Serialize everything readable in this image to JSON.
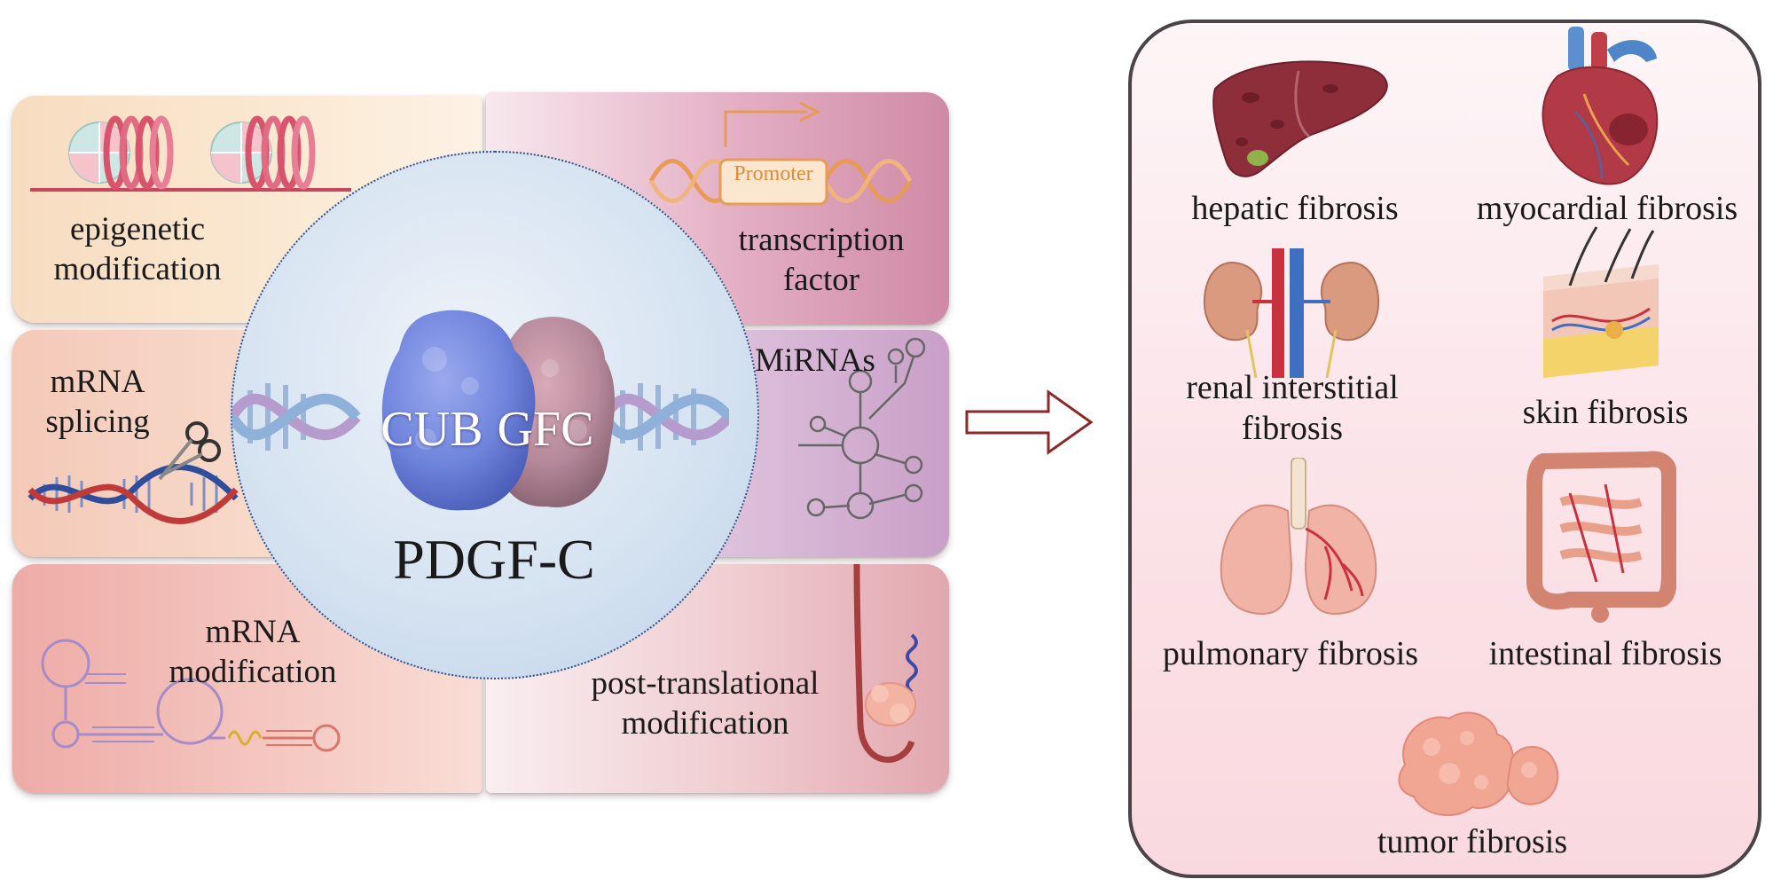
{
  "center": {
    "protein_left_label": "CUB",
    "protein_right_label": "GFC",
    "title": "PDGF-C"
  },
  "regulation": {
    "epigenetic": [
      "epigenetic",
      "modification"
    ],
    "transcription": [
      "transcription",
      "factor"
    ],
    "promoter_label": "Promoter",
    "mrna_splicing": [
      "mRNA",
      "splicing"
    ],
    "mirnas": [
      "MiRNAs"
    ],
    "mrna_modification": [
      "mRNA",
      "modification"
    ],
    "post_translational": [
      "post-translational",
      "modification"
    ]
  },
  "diseases": {
    "hepatic": [
      "hepatic fibrosis"
    ],
    "myocardial": [
      "myocardial fibrosis"
    ],
    "renal": [
      "renal interstitial",
      "fibrosis"
    ],
    "skin": [
      "skin fibrosis"
    ],
    "pulmonary": [
      "pulmonary fibrosis"
    ],
    "intestinal": [
      "intestinal fibrosis"
    ],
    "tumor": [
      "tumor fibrosis"
    ]
  },
  "colors": {
    "panel_epigenetic": "#fbe6cc",
    "panel_transcription": "#d99cb4",
    "panel_splicing": "#f6d4c1",
    "panel_mirna": "#d9b8d8",
    "panel_mrna_mod": "#f0b9b5",
    "panel_post_translational": "#e9b6bb",
    "circle": "#d5e3f1",
    "protein_blue": "#6f86e0",
    "protein_pink": "#b98a98",
    "right_panel": "#fbe3e8",
    "arrow_outline": "#8a2a2a"
  }
}
